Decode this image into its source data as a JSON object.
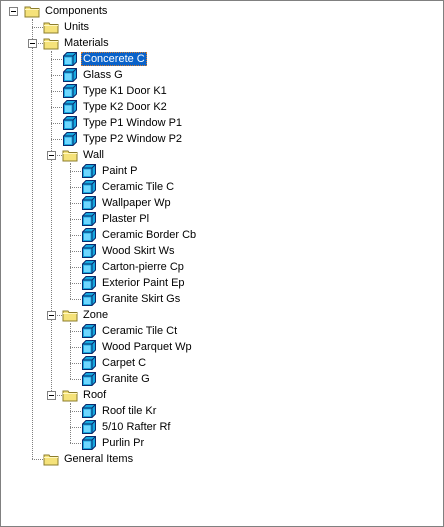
{
  "tree": {
    "nodes": [
      {
        "label": "Components",
        "icon": "folder-icon",
        "level": 0,
        "expanded": true
      },
      {
        "label": "Units",
        "icon": "folder-icon",
        "level": 1
      },
      {
        "label": "Materials",
        "icon": "folder-icon",
        "level": 1,
        "expanded": true
      },
      {
        "label": "Concerete  C",
        "icon": "component-icon",
        "level": 2,
        "selected": true
      },
      {
        "label": "Glass  G",
        "icon": "component-icon",
        "level": 2
      },
      {
        "label": "Type K1 Door  K1",
        "icon": "component-icon",
        "level": 2
      },
      {
        "label": "Type K2 Door  K2",
        "icon": "component-icon",
        "level": 2
      },
      {
        "label": "Type P1 Window  P1",
        "icon": "component-icon",
        "level": 2
      },
      {
        "label": "Type P2 Window  P2",
        "icon": "component-icon",
        "level": 2
      },
      {
        "label": "Wall",
        "icon": "folder-icon",
        "level": 2,
        "expanded": true
      },
      {
        "label": "Paint  P",
        "icon": "component-icon",
        "level": 3
      },
      {
        "label": "Ceramic Tile  C",
        "icon": "component-icon",
        "level": 3
      },
      {
        "label": "Wallpaper  Wp",
        "icon": "component-icon",
        "level": 3
      },
      {
        "label": "Plaster  Pl",
        "icon": "component-icon",
        "level": 3
      },
      {
        "label": "Ceramic Border  Cb",
        "icon": "component-icon",
        "level": 3
      },
      {
        "label": "Wood Skirt  Ws",
        "icon": "component-icon",
        "level": 3
      },
      {
        "label": "Carton-pierre  Cp",
        "icon": "component-icon",
        "level": 3
      },
      {
        "label": "Exterior Paint  Ep",
        "icon": "component-icon",
        "level": 3
      },
      {
        "label": "Granite Skirt  Gs",
        "icon": "component-icon",
        "level": 3
      },
      {
        "label": "Zone",
        "icon": "folder-icon",
        "level": 2,
        "expanded": true
      },
      {
        "label": "Ceramic Tile  Ct",
        "icon": "component-icon",
        "level": 3
      },
      {
        "label": "Wood Parquet  Wp",
        "icon": "component-icon",
        "level": 3
      },
      {
        "label": "Carpet  C",
        "icon": "component-icon",
        "level": 3
      },
      {
        "label": "Granite  G",
        "icon": "component-icon",
        "level": 3
      },
      {
        "label": "Roof",
        "icon": "folder-icon",
        "level": 2,
        "expanded": true
      },
      {
        "label": "Roof tile  Kr",
        "icon": "component-icon",
        "level": 3
      },
      {
        "label": "5/10 Rafter  Rf",
        "icon": "component-icon",
        "level": 3
      },
      {
        "label": "Purlin  Pr",
        "icon": "component-icon",
        "level": 3
      },
      {
        "label": "General Items",
        "icon": "folder-icon",
        "level": 1
      }
    ]
  },
  "colors": {
    "selection": "#0a62c9",
    "folder": "#f5e27a",
    "component": "#16a8e0"
  }
}
